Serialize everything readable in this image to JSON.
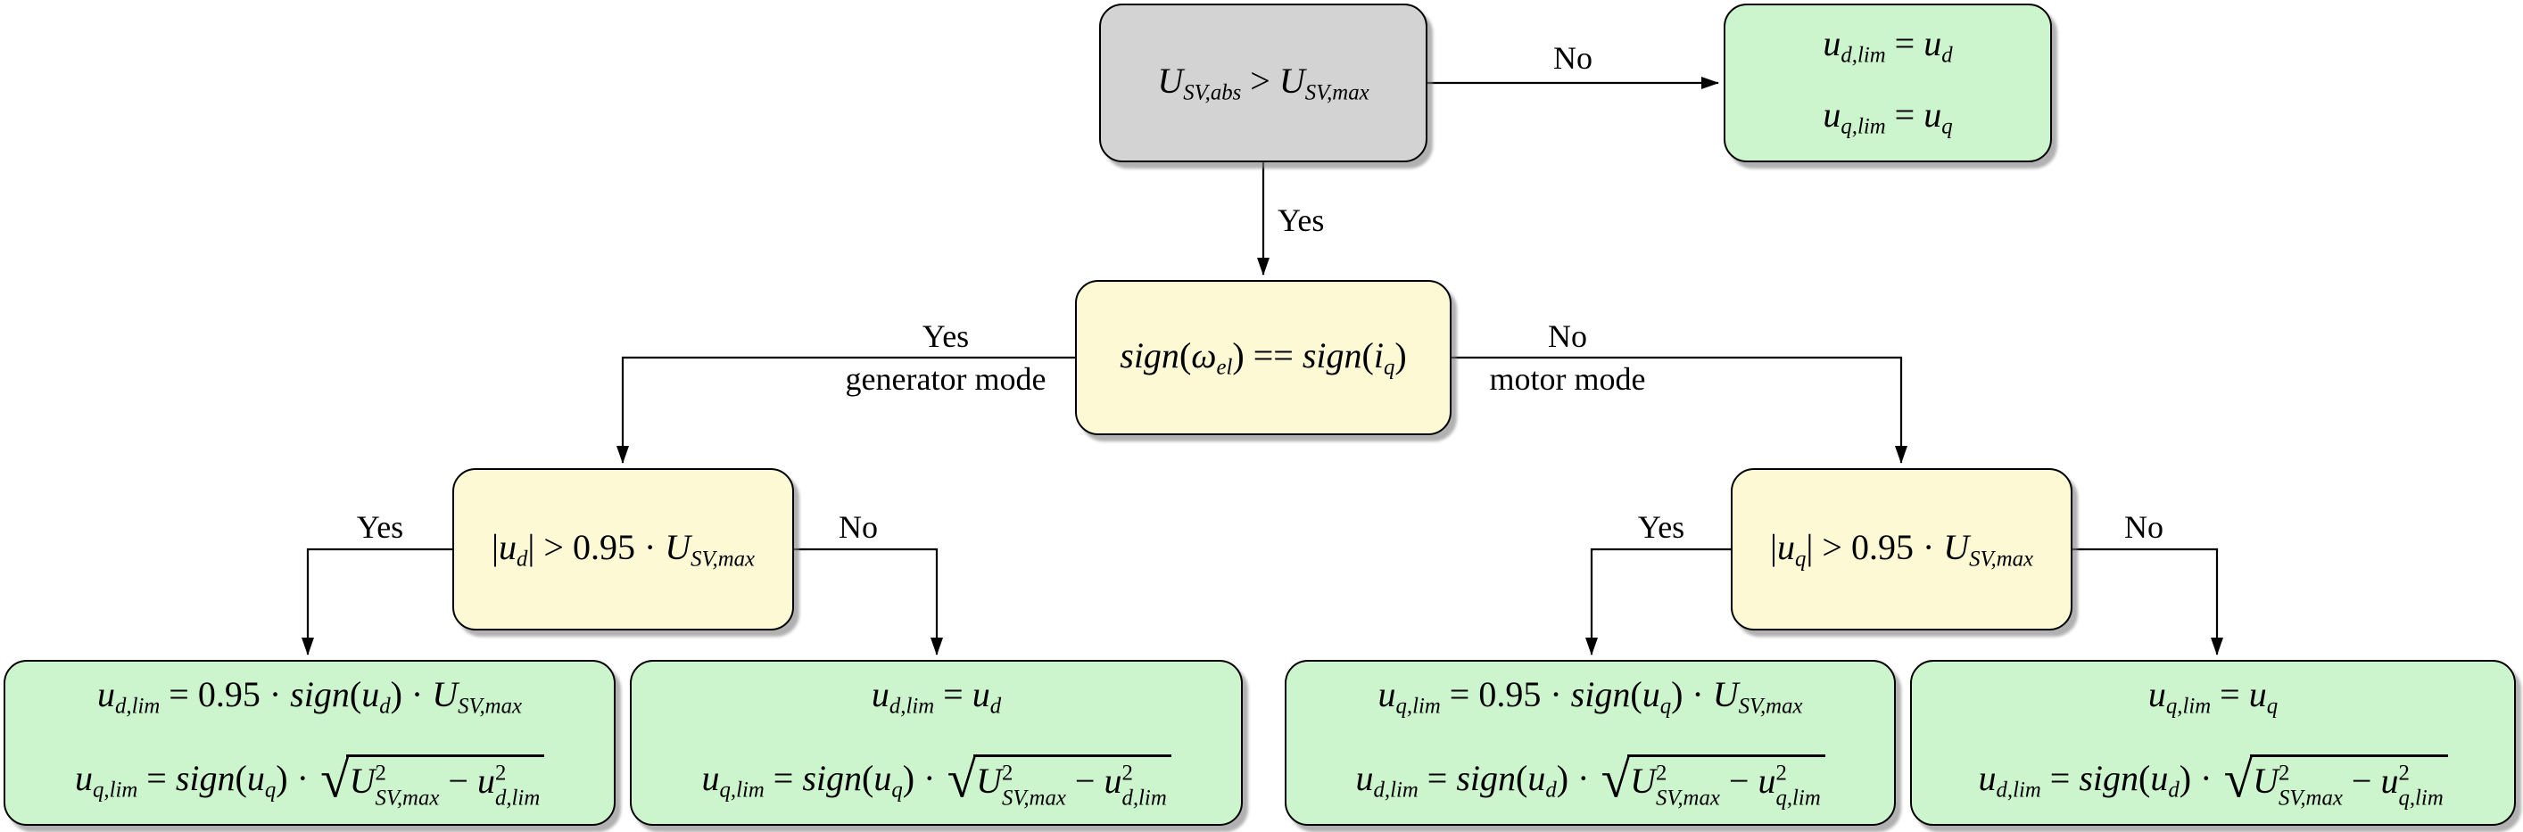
{
  "colors": {
    "root_fill": "#d3d3d3",
    "decision_fill": "#fcf9d4",
    "result_fill": "#cdf5cd",
    "stroke": "#000000"
  },
  "nodes": {
    "root": {
      "math": "U_{SV,abs} > U_{SV,max}"
    },
    "res_top": {
      "lines": [
        "u_{d,lim} = u_{d}",
        "u_{q,lim} = u_{q}"
      ]
    },
    "sign": {
      "math": "sign(ω_{el}) == sign(i_{q})"
    },
    "ud_check": {
      "math": "|u_{d}| > 0.95 · U_{SV,max}"
    },
    "uq_check": {
      "math": "|u_{q}| > 0.95 · U_{SV,max}"
    },
    "gen_yes": {
      "lines": [
        "u_{d,lim} = 0.95 · sign(u_{d}) · U_{SV,max}",
        "u_{q,lim} = sign(u_{q}) · \\sqrt{U^{2}_{SV,max} − u^{2}_{d,lim}}"
      ]
    },
    "gen_no": {
      "lines": [
        "u_{d,lim} = u_{d}",
        "u_{q,lim} = sign(u_{q}) · \\sqrt{U^{2}_{SV,max} − u^{2}_{d,lim}}"
      ]
    },
    "mot_yes": {
      "lines": [
        "u_{q,lim} = 0.95 · sign(u_{q}) · U_{SV,max}",
        "u_{d,lim} = sign(u_{d}) · \\sqrt{U^{2}_{SV,max} − u^{2}_{q,lim}}"
      ]
    },
    "mot_no": {
      "lines": [
        "u_{q,lim} = u_{q}",
        "u_{d,lim} = sign(u_{d}) · \\sqrt{U^{2}_{SV,max} − u^{2}_{q,lim}}"
      ]
    }
  },
  "edges": {
    "root_no": "No",
    "root_yes": "Yes",
    "sign_yes": "Yes",
    "sign_yes_mode": "generator mode",
    "sign_no": "No",
    "sign_no_mode": "motor mode",
    "ud_yes": "Yes",
    "ud_no": "No",
    "uq_yes": "Yes",
    "uq_no": "No"
  }
}
